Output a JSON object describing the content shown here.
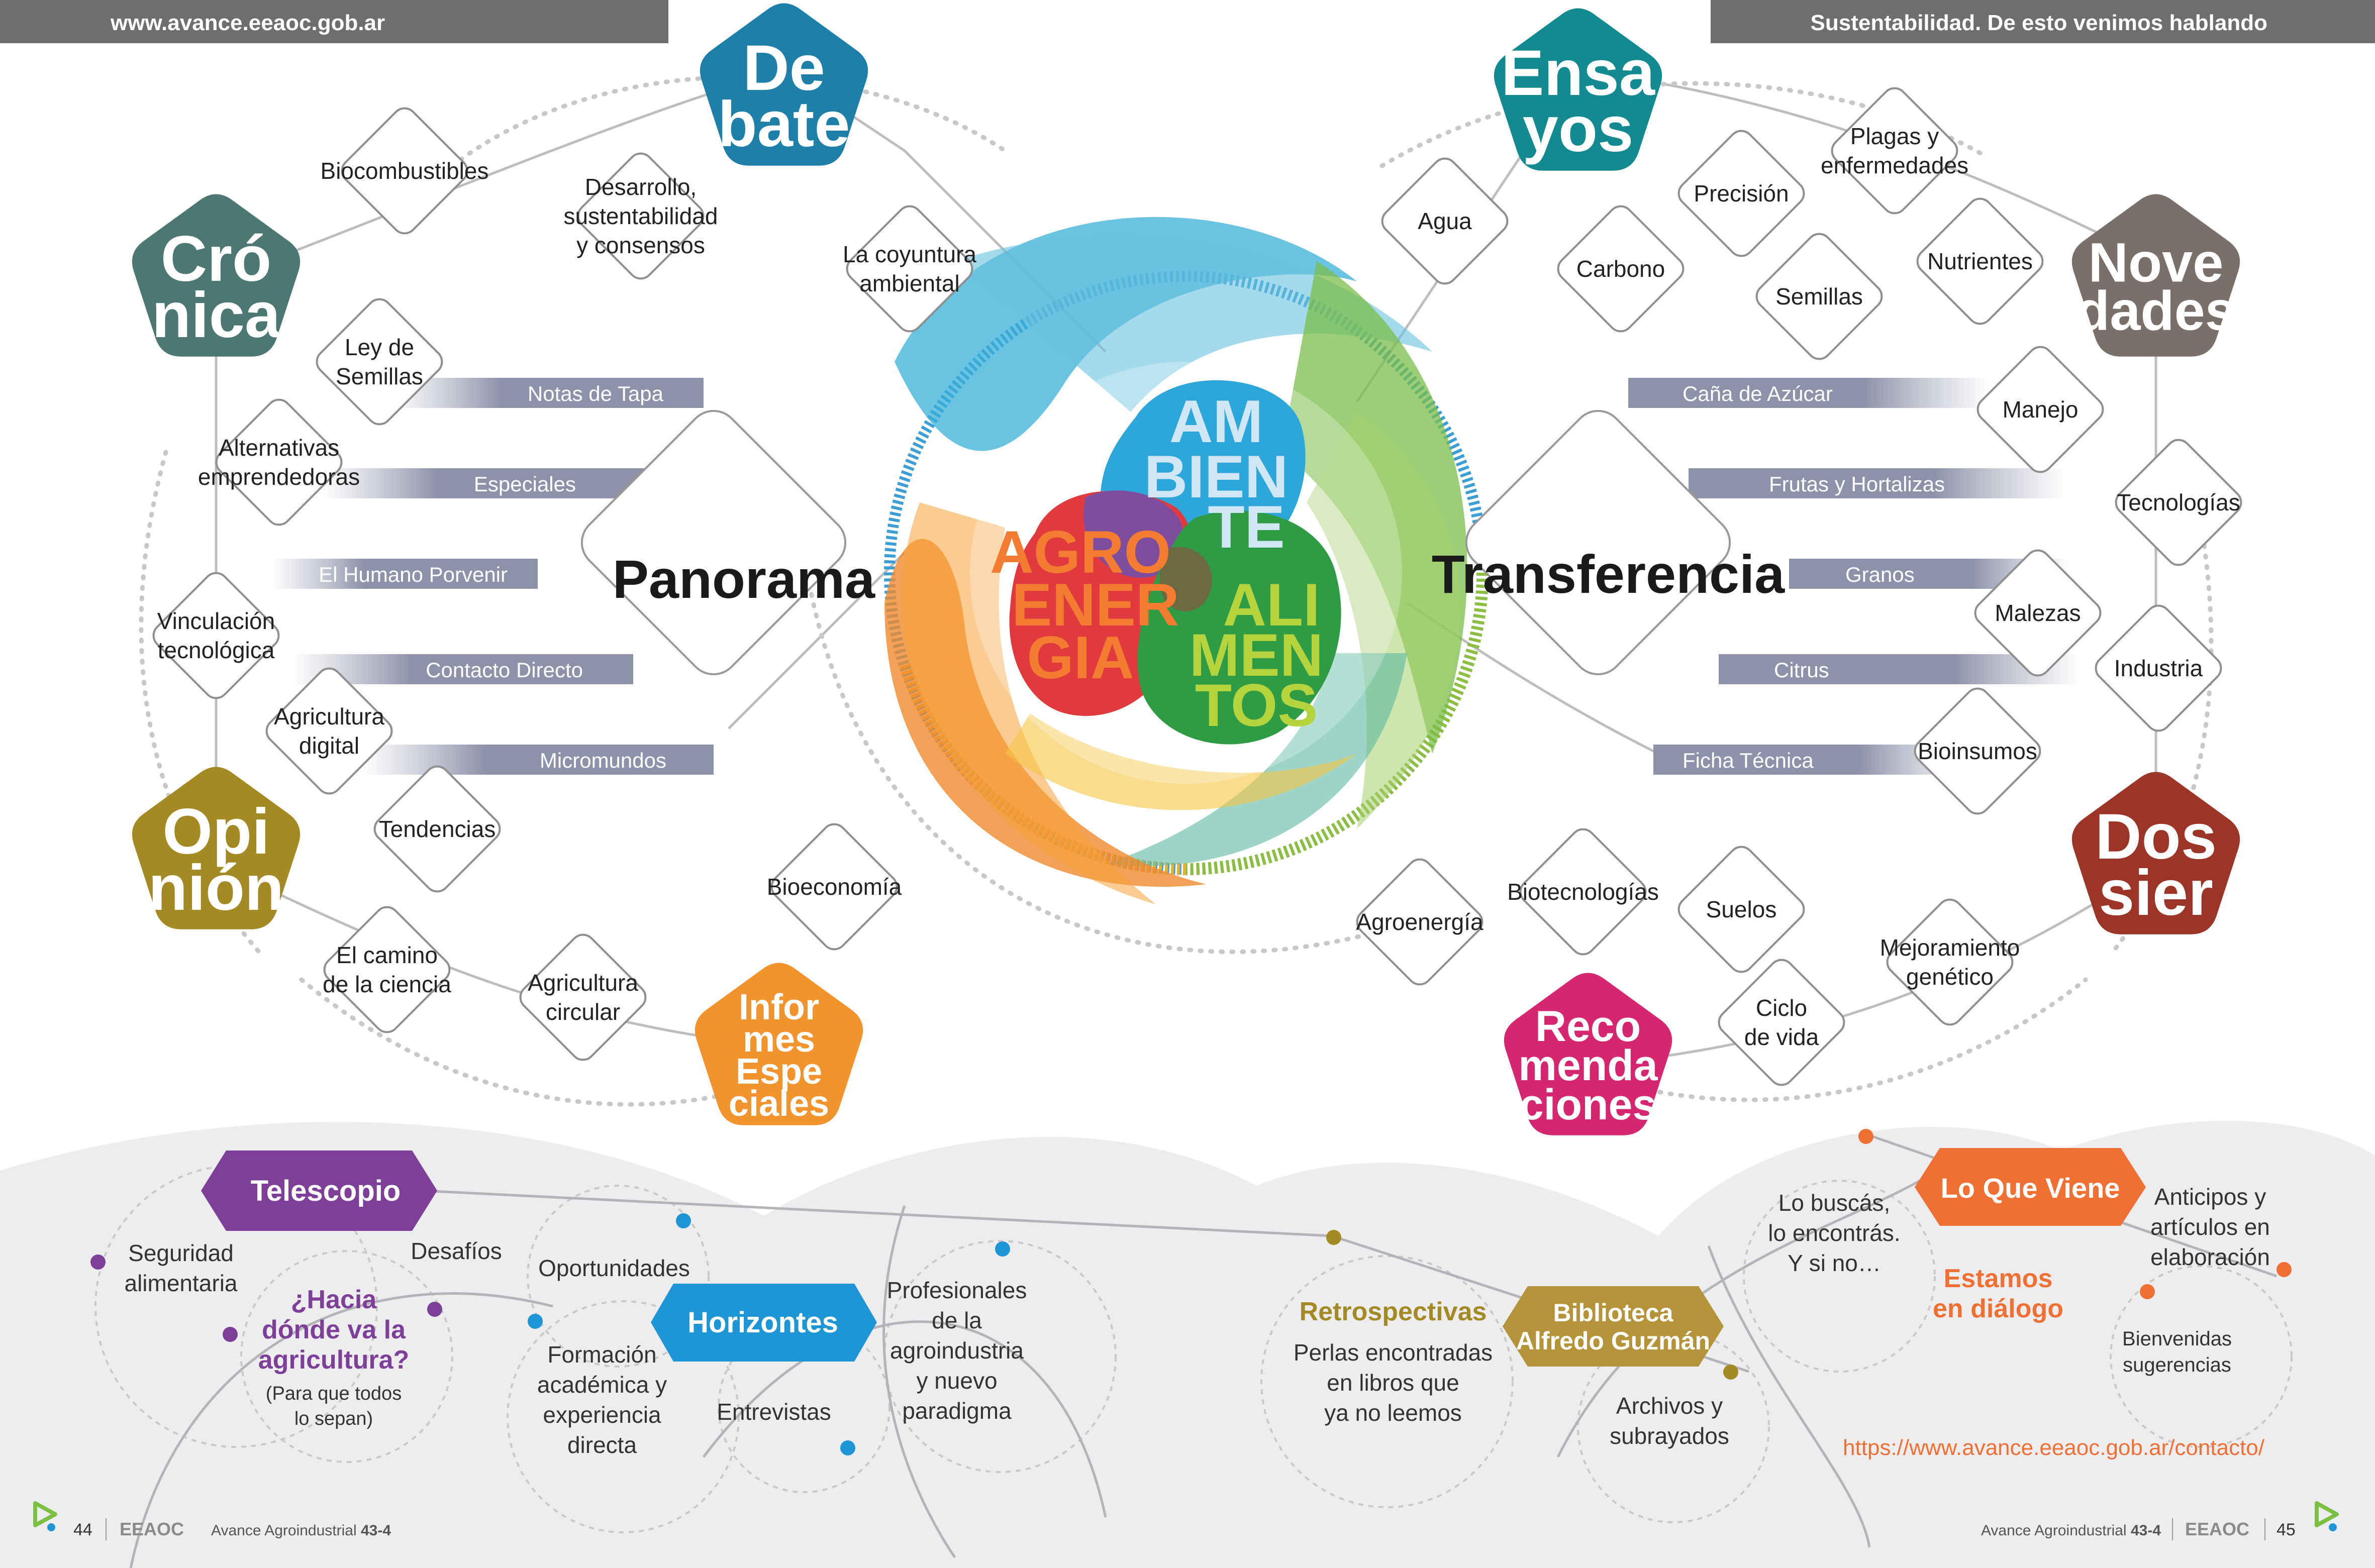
{
  "header": {
    "left_url": "www.avance.eeaoc.gob.ar",
    "right_title": "Sustentabilidad. De esto venimos hablando"
  },
  "colors": {
    "debate": "#1E7FA8",
    "ensayos": "#138A8F",
    "cronica": "#4C7773",
    "novedades": "#7B7069",
    "opinion": "#A48A24",
    "dossier": "#9B3527",
    "informes": "#F2942E",
    "recomendaciones": "#D62670",
    "telescopio": "#7E3F98",
    "horizontes": "#1E95D4",
    "biblioteca": "#B59439",
    "loquesviene": "#F07034",
    "band": "#9FA3B8",
    "bottom_bg": "#EDEDEF",
    "ambiente": "#2DA7D9",
    "agroenergia": "#E03A3E",
    "alimentos": "#2E9B45"
  },
  "sections": {
    "debate": [
      "De",
      "bate"
    ],
    "ensayos": [
      "Ensa",
      "yos"
    ],
    "cronica": [
      "Cró",
      "nica"
    ],
    "novedades": [
      "Nove",
      "dades"
    ],
    "opinion": [
      "Opi",
      "nión"
    ],
    "dossier": [
      "Dos",
      "sier"
    ],
    "informes": [
      "Infor",
      "mes",
      "Espe",
      "ciales"
    ],
    "recomendaciones": [
      "Reco",
      "menda",
      "ciones"
    ]
  },
  "core": {
    "ambiente": [
      "AM",
      "BIEN",
      "TE"
    ],
    "agroenergia": [
      "AGRO",
      "ENER",
      "GIA"
    ],
    "alimentos": [
      "ALI",
      "MEN",
      "TOS"
    ]
  },
  "panorama": {
    "title": "Panorama",
    "bands": [
      "Notas de Tapa",
      "Especiales",
      "El Humano Porvenir",
      "Contacto Directo",
      "Micromundos"
    ]
  },
  "transferencia": {
    "title": "Transferencia",
    "bands": [
      "Caña de Azúcar",
      "Frutas y Hortalizas",
      "Granos",
      "Citrus",
      "Ficha Técnica"
    ]
  },
  "left_topics": [
    {
      "lines": [
        "Biocombustibles"
      ]
    },
    {
      "lines": [
        "Desarrollo,",
        "sustentabilidad",
        "y consensos"
      ]
    },
    {
      "lines": [
        "La coyuntura",
        "ambiental"
      ]
    },
    {
      "lines": [
        "Ley de",
        "Semillas"
      ]
    },
    {
      "lines": [
        "Alternativas",
        "emprendedoras"
      ]
    },
    {
      "lines": [
        "Vinculación",
        "tecnológica"
      ]
    },
    {
      "lines": [
        "Agricultura",
        "digital"
      ]
    },
    {
      "lines": [
        "Tendencias"
      ]
    },
    {
      "lines": [
        "Bioeconomía"
      ]
    },
    {
      "lines": [
        "El camino",
        "de la ciencia"
      ]
    },
    {
      "lines": [
        "Agricultura",
        "circular"
      ]
    }
  ],
  "right_topics": [
    {
      "lines": [
        "Agua"
      ]
    },
    {
      "lines": [
        "Plagas y",
        "enfermedades"
      ]
    },
    {
      "lines": [
        "Precisión"
      ]
    },
    {
      "lines": [
        "Carbono"
      ]
    },
    {
      "lines": [
        "Semillas"
      ]
    },
    {
      "lines": [
        "Nutrientes"
      ]
    },
    {
      "lines": [
        "Manejo"
      ]
    },
    {
      "lines": [
        "Tecnologías"
      ]
    },
    {
      "lines": [
        "Malezas"
      ]
    },
    {
      "lines": [
        "Industria"
      ]
    },
    {
      "lines": [
        "Bioinsumos"
      ]
    },
    {
      "lines": [
        "Biotecnologías"
      ]
    },
    {
      "lines": [
        "Agroenergía"
      ]
    },
    {
      "lines": [
        "Suelos"
      ]
    },
    {
      "lines": [
        "Mejoramiento",
        "genético"
      ]
    },
    {
      "lines": [
        "Ciclo",
        "de vida"
      ]
    }
  ],
  "telescopio": {
    "label": "Telescopio",
    "items": [
      "Seguridad",
      "alimentaria",
      "Desafíos",
      "Oportunidades"
    ],
    "question": [
      "¿Hacia",
      "dónde va la",
      "agricultura?"
    ],
    "question_note": [
      "(Para que todos",
      "lo sepan)"
    ]
  },
  "horizontes": {
    "label": "Horizontes",
    "formacion": [
      "Formación",
      "académica y",
      "experiencia",
      "directa"
    ],
    "entrevistas": "Entrevistas",
    "profesionales": [
      "Profesionales",
      "de la",
      "agroindustria",
      "y nuevo",
      "paradigma"
    ]
  },
  "biblioteca": {
    "label": [
      "Biblioteca",
      "Alfredo Guzmán"
    ],
    "retrospectivas": "Retrospectivas",
    "perlas": [
      "Perlas encontradas",
      "en libros que",
      "ya no leemos"
    ],
    "archivos": [
      "Archivos y",
      "subrayados"
    ]
  },
  "loquesviene": {
    "label": "Lo Que Viene",
    "buscas": [
      "Lo buscás,",
      "lo encontrás.",
      "Y si no…"
    ],
    "anticipos": [
      "Anticipos y",
      "artículos en",
      "elaboración"
    ],
    "estamos": [
      "Estamos",
      "en diálogo"
    ],
    "bienvenidas": [
      "Bienvenidas",
      "sugerencias"
    ],
    "url": "https://www.avance.eeaoc.gob.ar/contacto/"
  },
  "footer": {
    "left_page": "44",
    "right_page": "45",
    "brand": "EEAOC",
    "issue_name": "Avance Agroindustrial",
    "issue_number": "43-4"
  }
}
